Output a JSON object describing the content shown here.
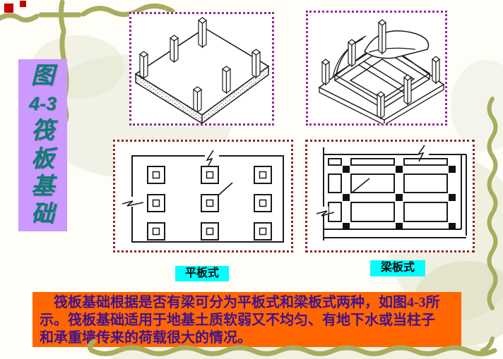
{
  "slide": {
    "sidebar_title": {
      "chars": [
        "图",
        "4-3",
        "筏",
        "板",
        "基",
        "础"
      ]
    },
    "figure_labels": {
      "flat_plate": "平板式",
      "beam_slab": "梁板式"
    },
    "caption": {
      "lines": [
        "　筏板基础根据是否有梁可分为平板式和梁板式两种，如图4-3所",
        "示。筏板基础适用于地基土质软弱又不均匀、有地下水或当柱子",
        "和承重墙传来的荷载很大的情况。"
      ]
    },
    "colors": {
      "sidebar_bg": "#cc99ff",
      "sidebar_text": "#0e7c7c",
      "top_figure_dotted_border": "#8e2a8e",
      "bottom_figure_dotted_border": "#8d2323",
      "label_bg": "#00ffff",
      "caption_bg": "#ff6600",
      "caption_text": "#44128c",
      "decor_olive": "#a8ad5f",
      "corner_red": "#c40000"
    }
  }
}
